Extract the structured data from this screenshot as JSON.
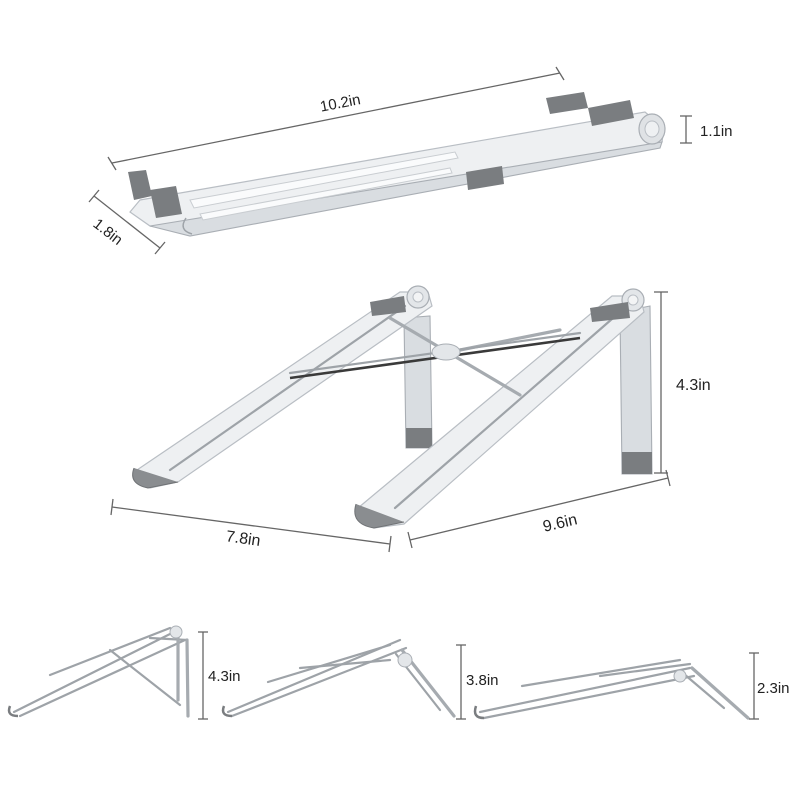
{
  "folded_view": {
    "length_label": "10.2in",
    "depth_label": "1.8in",
    "thickness_label": "1.1in"
  },
  "open_view": {
    "height_label": "4.3in",
    "width_label": "7.8in",
    "length_label": "9.6in"
  },
  "angle_views": [
    {
      "height_label": "4.3in"
    },
    {
      "height_label": "3.8in"
    },
    {
      "height_label": "2.3in"
    }
  ]
}
